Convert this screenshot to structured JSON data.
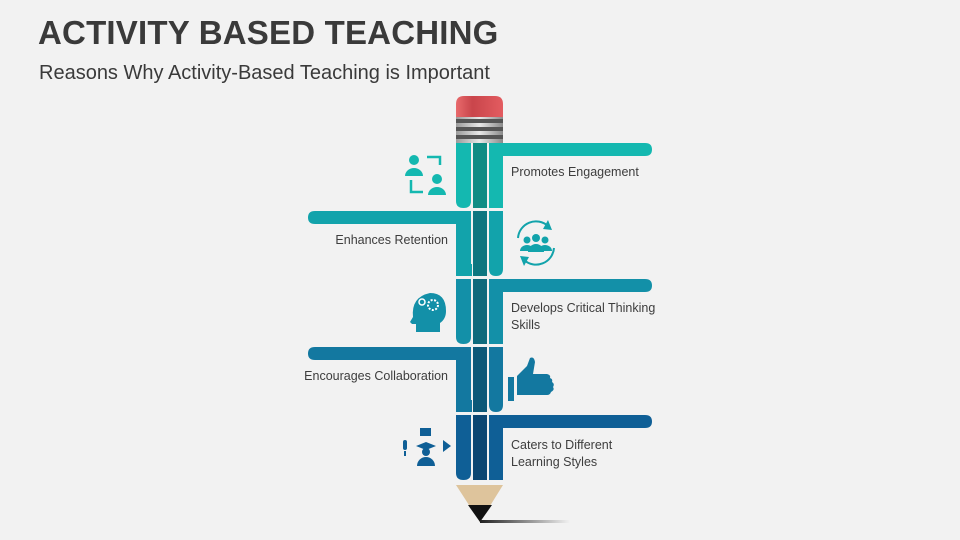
{
  "slide": {
    "title": "ACTIVITY BASED TEACHING",
    "subtitle": "Reasons Why Activity-Based Teaching is Important"
  },
  "items": [
    {
      "label": "Promotes Engagement",
      "icon": "people-exchange-icon",
      "color": "#14b8b0",
      "dark": "#0f8c84"
    },
    {
      "label": "Enhances Retention",
      "icon": "group-cycle-icon",
      "color": "#12a3ab",
      "dark": "#0e7680"
    },
    {
      "label": "Develops Critical Thinking Skills",
      "icon": "head-gears-icon",
      "color": "#1390a8",
      "dark": "#0e6a7c"
    },
    {
      "label": "Encourages Collaboration",
      "icon": "thumbs-up-icon",
      "color": "#1378a0",
      "dark": "#0c5878"
    },
    {
      "label": "Caters to Different Learning Styles",
      "icon": "learner-media-icon",
      "color": "#0f5f96",
      "dark": "#0b4672"
    }
  ]
}
